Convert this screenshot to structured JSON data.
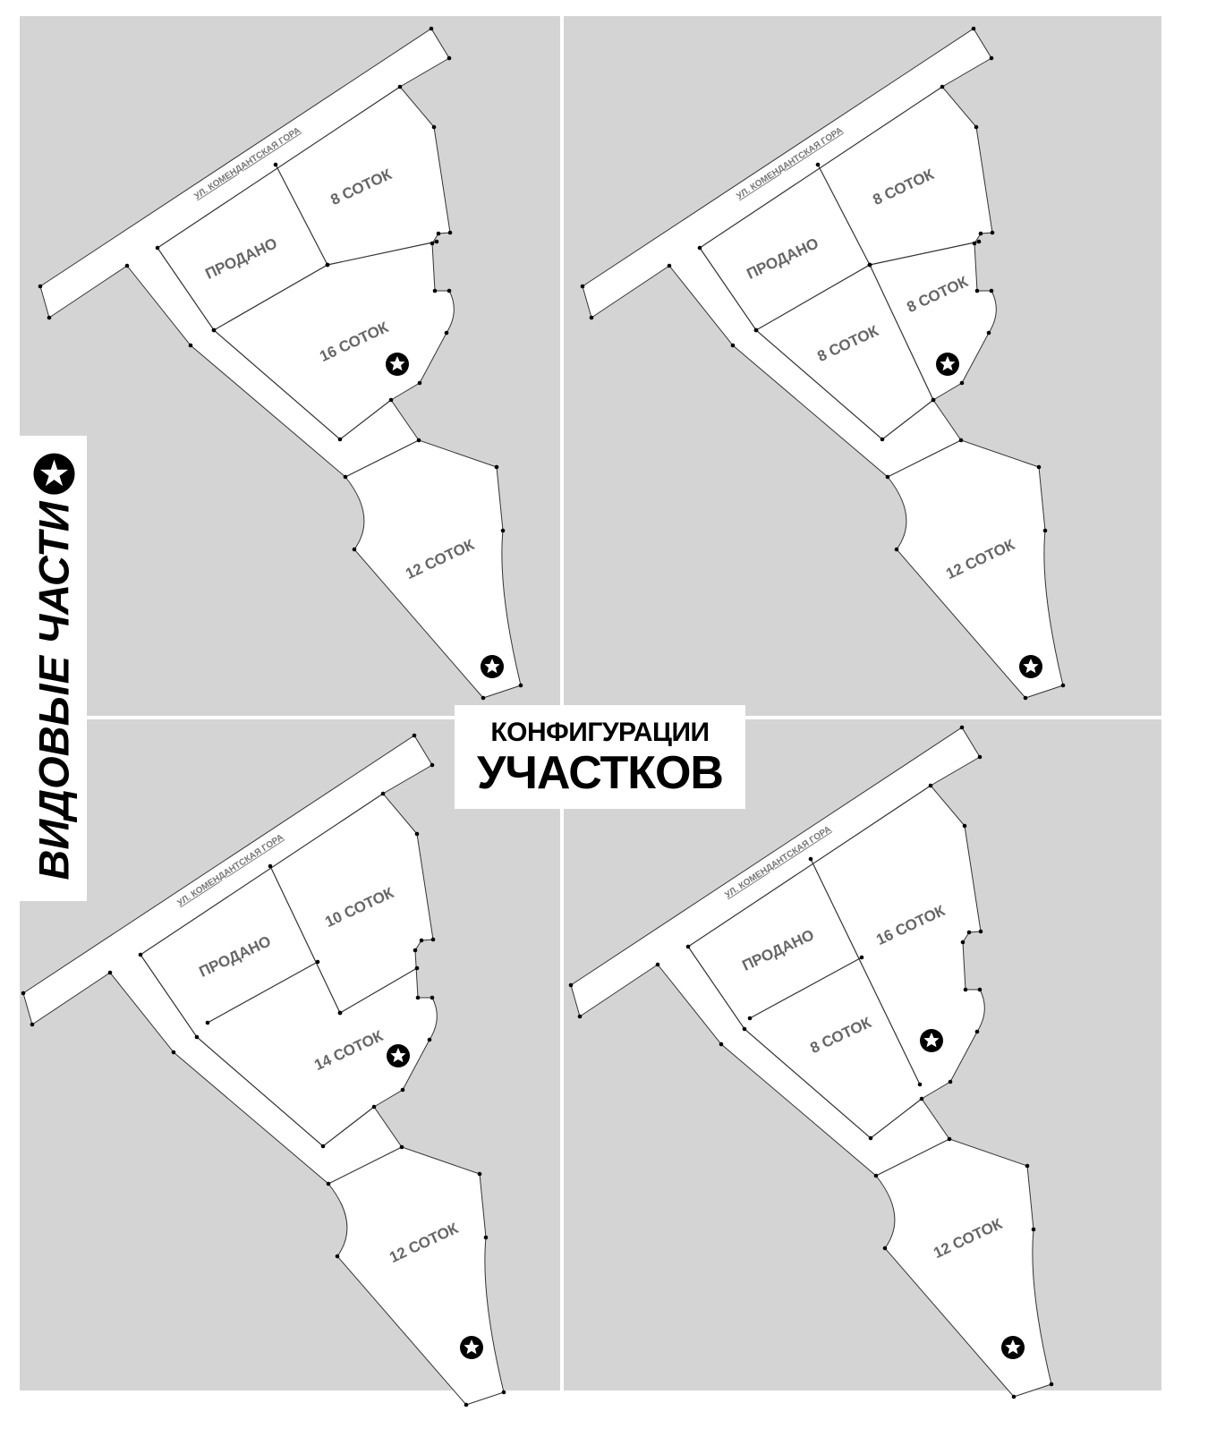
{
  "colors": {
    "panel_bg": "#d4d4d4",
    "plot_fill": "#ffffff",
    "label": "#666666"
  },
  "side_label": "ВИДОВЫЕ ЧАСТИ",
  "title": {
    "line1": "КОНФИГУРАЦИИ",
    "line2": "УЧАСТКОВ"
  },
  "street": "УЛ. КОМЕНДАНТСКАЯ ГОРА",
  "panels": [
    {
      "id": "top-left",
      "lots": [
        "ПРОДАНО",
        "8 СОТОК",
        "16 СОТОК",
        "12 СОТОК"
      ]
    },
    {
      "id": "top-right",
      "lots": [
        "ПРОДАНО",
        "8 СОТОК",
        "8 СОТОК",
        "8 СОТОК",
        "12 СОТОК"
      ]
    },
    {
      "id": "bottom-left",
      "lots": [
        "ПРОДАНО",
        "10 СОТОК",
        "14 СОТОК",
        "12 СОТОК"
      ]
    },
    {
      "id": "bottom-right",
      "lots": [
        "ПРОДАНО",
        "16 СОТОК",
        "8 СОТОК",
        "12 СОТОК"
      ]
    }
  ]
}
